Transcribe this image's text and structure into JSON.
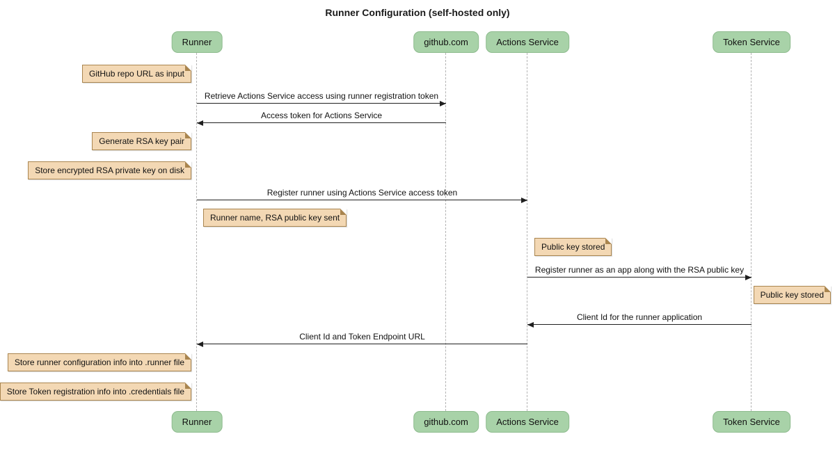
{
  "diagram": {
    "title": "Runner Configuration (self-hosted only)",
    "actors": [
      {
        "label": "Runner"
      },
      {
        "label": "github.com"
      },
      {
        "label": "Actions Service"
      },
      {
        "label": "Token Service"
      }
    ],
    "messages": [
      {
        "label": "Retrieve Actions Service access using runner registration token",
        "from": "Runner",
        "to": "github.com"
      },
      {
        "label": "Access token for Actions Service",
        "from": "github.com",
        "to": "Runner"
      },
      {
        "label": "Register runner using Actions Service access token",
        "from": "Runner",
        "to": "Actions Service"
      },
      {
        "label": "Register runner as an app along with the RSA public key",
        "from": "Actions Service",
        "to": "Token Service"
      },
      {
        "label": "Client Id for the runner application",
        "from": "Token Service",
        "to": "Actions Service"
      },
      {
        "label": "Client Id and Token Endpoint URL",
        "from": "Actions Service",
        "to": "Runner"
      }
    ],
    "notes": [
      {
        "text": "GitHub repo URL as input",
        "attached_to": "Runner",
        "side": "left"
      },
      {
        "text": "Generate RSA key pair",
        "attached_to": "Runner",
        "side": "left"
      },
      {
        "text": "Store encrypted RSA private key on disk",
        "attached_to": "Runner",
        "side": "left"
      },
      {
        "text": "Runner name, RSA public key sent",
        "attached_to": "Runner",
        "side": "right"
      },
      {
        "text": "Public key stored",
        "attached_to": "Actions Service",
        "side": "right"
      },
      {
        "text": "Public key stored",
        "attached_to": "Token Service",
        "side": "right"
      },
      {
        "text": "Store runner configuration info into .runner file",
        "attached_to": "Runner",
        "side": "left"
      },
      {
        "text": "Store Token registration info into .credentials file",
        "attached_to": "Runner",
        "side": "left"
      }
    ],
    "colors": {
      "actor_bg": "#a8d2a8",
      "actor_border": "#8dbb8d",
      "note_bg": "#f3d8b4",
      "note_border": "#a9854f",
      "line": "#1f1f1f",
      "lifeline": "#b3b3b3"
    }
  }
}
